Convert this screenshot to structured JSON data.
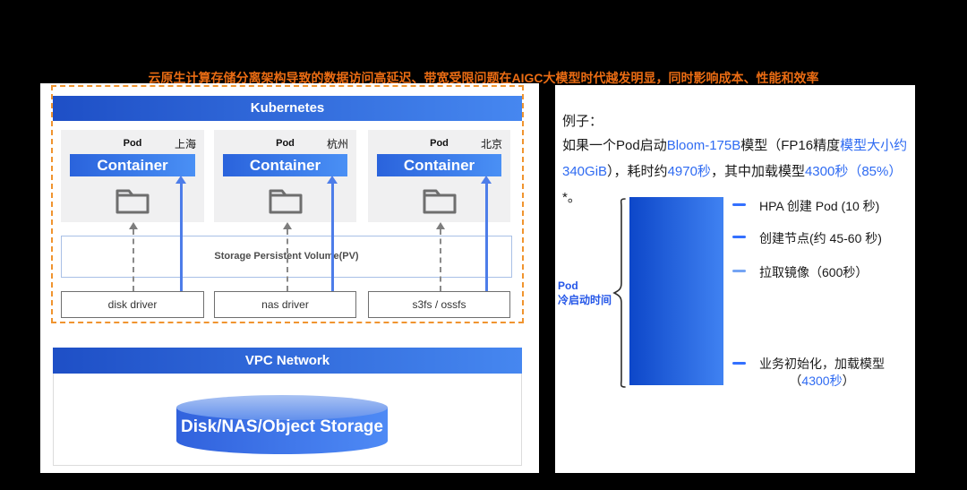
{
  "title": "云原生计算存储分离架构导致的数据访问高延迟、带宽受限问题在AIGC大模型时代越发明显，同时影响成本、性能和效率",
  "colors": {
    "accent_blue": "#2f6bf2",
    "title_orange": "#ea6c13",
    "dashed_border_orange": "#f0942f",
    "bar_gradient_start": "#0d47c9",
    "bar_gradient_end": "#4082f2"
  },
  "left_panel": {
    "kubernetes_label": "Kubernetes",
    "pods": [
      {
        "pod_label": "Pod",
        "region": "上海",
        "container_label": "Container"
      },
      {
        "pod_label": "Pod",
        "region": "杭州",
        "container_label": "Container"
      },
      {
        "pod_label": "Pod",
        "region": "北京",
        "container_label": "Container"
      }
    ],
    "pv_label": "Storage Persistent Volume(PV)",
    "drivers": [
      {
        "label": "disk driver"
      },
      {
        "label": "nas driver"
      },
      {
        "label": "s3fs / ossfs"
      }
    ],
    "vpc_label": "VPC Network",
    "storage_label": "Disk/NAS/Object Storage"
  },
  "right_panel": {
    "example_heading": "例子：",
    "paragraph_segments": [
      {
        "text": "如果一个Pod启动"
      },
      {
        "text": "Bloom-175B",
        "highlight": true
      },
      {
        "text": "模型（FP16精度"
      },
      {
        "text": "模型大小约",
        "highlight": true
      },
      {
        "break": true
      },
      {
        "text": "340GiB",
        "highlight": true
      },
      {
        "text": "），耗时约"
      },
      {
        "text": "4970秒",
        "highlight": true
      },
      {
        "text": "，其中加载模型"
      },
      {
        "text": "4300秒",
        "highlight": true
      },
      {
        "text": "（85%）",
        "highlight": true
      },
      {
        "text": " *。"
      }
    ],
    "cold_start_label": {
      "line1": "Pod",
      "line2": "冷启动时间"
    },
    "phases": [
      {
        "label": "HPA 创建 Pod (10 秒)"
      },
      {
        "label": "创建节点(约 45-60 秒)"
      },
      {
        "label": "拉取镜像（600秒）"
      },
      {
        "label": "业务初始化，加载模型",
        "paren_open": "（",
        "value": "4300秒",
        "paren_close": "）"
      }
    ]
  }
}
